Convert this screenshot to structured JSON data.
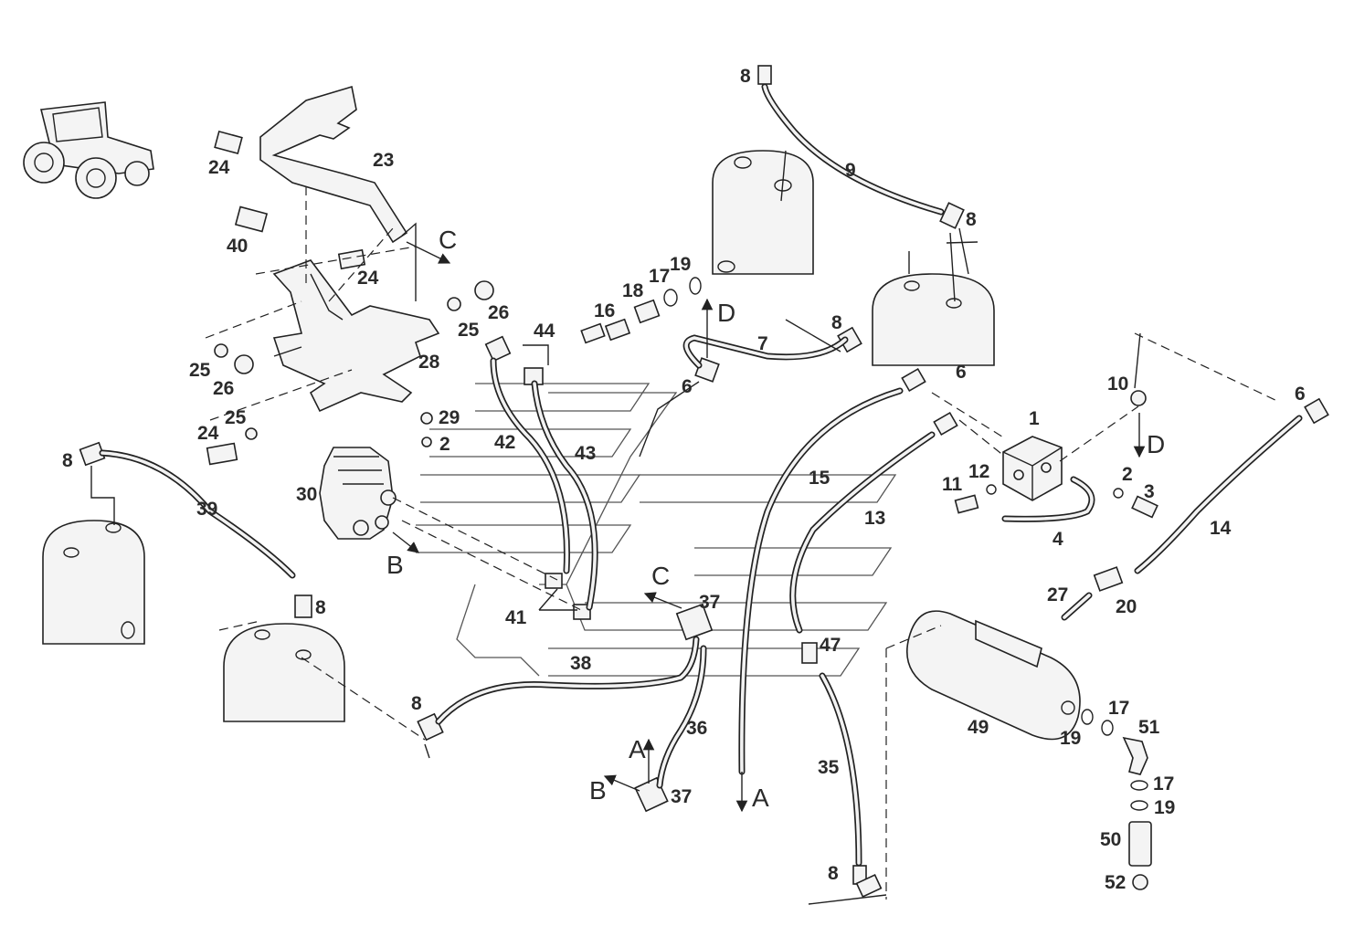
{
  "diagram": {
    "callouts": {
      "c1": "1",
      "c2a": "2",
      "c2b": "2",
      "c3": "3",
      "c4": "4",
      "c6a": "6",
      "c6b": "6",
      "c6c": "6",
      "c7": "7",
      "c8a": "8",
      "c8b": "8",
      "c8c": "8",
      "c8d": "8",
      "c8e": "8",
      "c8f": "8",
      "c8g": "8",
      "c9": "9",
      "c10": "10",
      "c11": "11",
      "c12": "12",
      "c13": "13",
      "c14": "14",
      "c15": "15",
      "c16": "16",
      "c17a": "17",
      "c17b": "17",
      "c17c": "17",
      "c18": "18",
      "c19a": "19",
      "c19b": "19",
      "c19c": "19",
      "c20": "20",
      "c23": "23",
      "c24a": "24",
      "c24b": "24",
      "c24c": "24",
      "c25a": "25",
      "c25b": "25",
      "c25c": "25",
      "c26a": "26",
      "c26b": "26",
      "c27": "27",
      "c28": "28",
      "c29": "29",
      "c30": "30",
      "c35": "35",
      "c36": "36",
      "c37a": "37",
      "c37b": "37",
      "c38": "38",
      "c39": "39",
      "c40": "40",
      "c41": "41",
      "c42": "42",
      "c43": "43",
      "c44": "44",
      "c47": "47",
      "c49": "49",
      "c50": "50",
      "c51": "51",
      "c52": "52"
    },
    "direction_markers": {
      "a1": "A",
      "a2": "A",
      "b1": "B",
      "b2": "B",
      "c1": "C",
      "c2": "C",
      "d1": "D",
      "d2": "D"
    }
  }
}
